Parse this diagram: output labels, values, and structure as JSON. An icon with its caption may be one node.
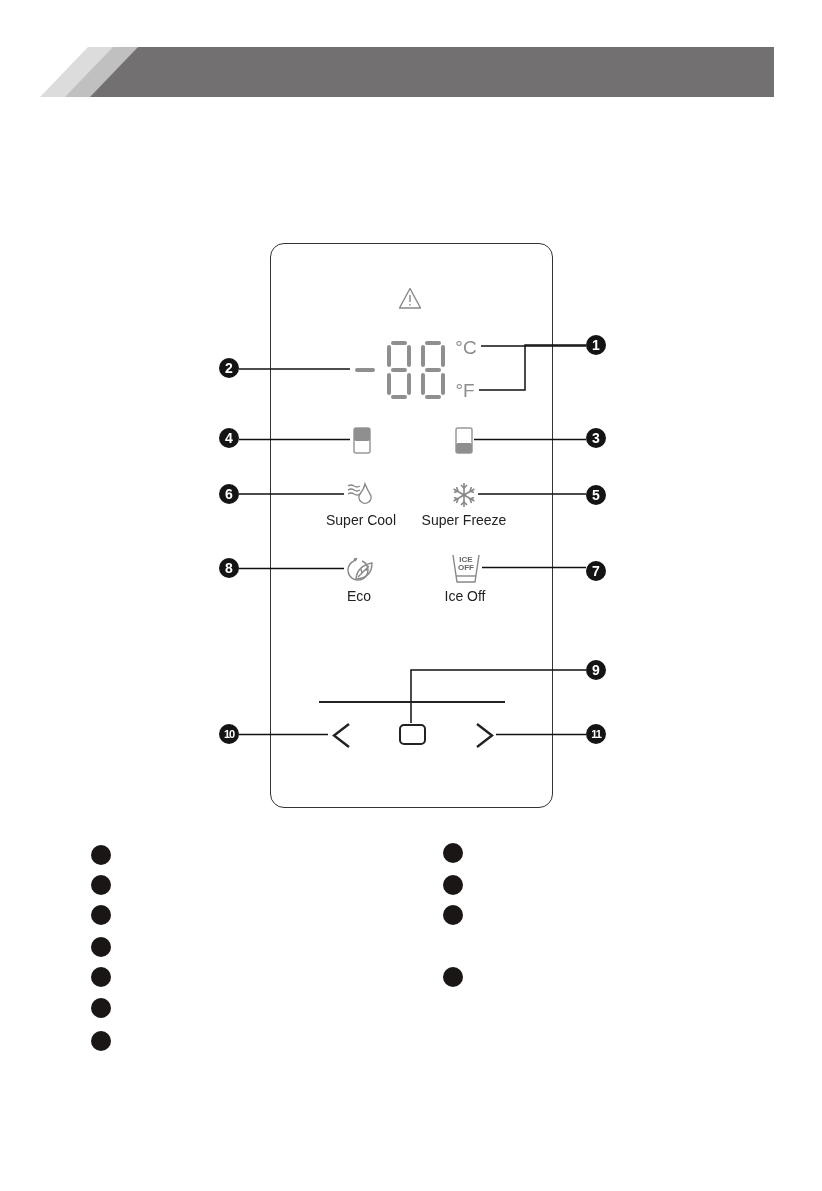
{
  "diagram": {
    "nodes": [
      {
        "text": [],
        "shape": "box"
      },
      {
        "text": [
          "°C"
        ],
        "in": 0
      },
      {
        "text": [
          "°F"
        ],
        "in": 0
      },
      {
        "text": [],
        "shape": "picture",
        "in": 0
      },
      {
        "text": [],
        "shape": "picture",
        "in": 0
      },
      {
        "text": [],
        "shape": "picture",
        "in": 0
      },
      {
        "text": [],
        "shape": "picture",
        "in": 0,
        "beside": [
          "Super Cool"
        ]
      },
      {
        "text": [],
        "shape": "picture",
        "in": 0,
        "beside": [
          "Super Freeze"
        ]
      },
      {
        "text": [],
        "shape": "picture",
        "in": 0,
        "beside": [
          "Eco"
        ]
      },
      {
        "text": [
          "ICE OFF"
        ],
        "in": 0,
        "beside": [
          "Ice Off"
        ]
      },
      {
        "text": [],
        "shape": "box",
        "in": 0
      },
      {
        "text": [],
        "shape": "picture",
        "in": 0
      },
      {
        "text": [],
        "shape": "picture",
        "in": 0
      },
      {
        "text": [
          "1"
        ]
      },
      {
        "text": [
          "2"
        ]
      },
      {
        "text": [
          "4"
        ]
      },
      {
        "text": [
          "3"
        ]
      },
      {
        "text": [
          "6"
        ]
      },
      {
        "text": [
          "5"
        ]
      },
      {
        "text": [
          "8"
        ]
      },
      {
        "text": [
          "7"
        ]
      },
      {
        "text": [
          "9"
        ]
      },
      {
        "text": [
          "10"
        ]
      },
      {
        "text": [
          "11"
        ]
      }
    ],
    "edges": [
      {
        "from": 13,
        "to": 1,
        "arrow": "none"
      },
      {
        "from": 13,
        "to": 2,
        "arrow": "none"
      },
      {
        "from": 14,
        "to": 3,
        "arrow": "none"
      },
      {
        "from": 15,
        "to": 4,
        "arrow": "none"
      },
      {
        "from": 16,
        "to": 5,
        "arrow": "none"
      },
      {
        "from": 17,
        "to": 6,
        "arrow": "none"
      },
      {
        "from": 18,
        "to": 7,
        "arrow": "none"
      },
      {
        "from": 19,
        "to": 8,
        "arrow": "none"
      },
      {
        "from": 20,
        "to": 9,
        "arrow": "none"
      },
      {
        "from": 21,
        "to": 10,
        "arrow": "none"
      },
      {
        "from": 22,
        "to": 11,
        "arrow": "none"
      },
      {
        "from": 23,
        "to": 12,
        "arrow": "none"
      }
    ]
  }
}
